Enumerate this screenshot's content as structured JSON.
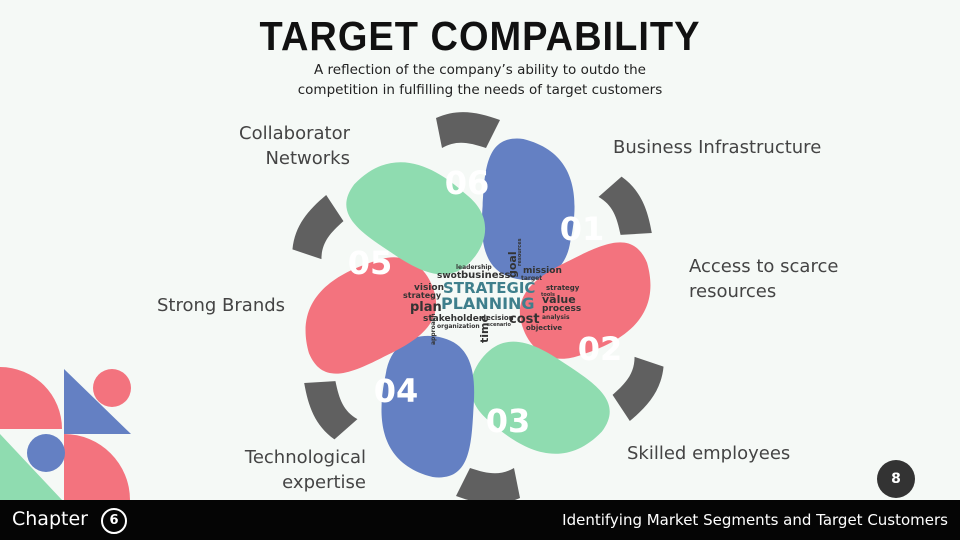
{
  "header": {
    "title": "TARGET COMPABILITY",
    "subtitle_line1": "A reflection of the company’s ability to outdo the",
    "subtitle_line2": "competition in fulfilling the needs of target customers"
  },
  "cycle": {
    "items": [
      {
        "number": "01",
        "label": "Business Infrastructure",
        "color": "#6480c3"
      },
      {
        "number": "02",
        "label_line1": "Access to scarce",
        "label_line2": "resources",
        "color": "#f3737e"
      },
      {
        "number": "03",
        "label": "Skilled employees",
        "color": "#8fdcb0"
      },
      {
        "number": "04",
        "label_line1": "Technological",
        "label_line2": "expertise",
        "color": "#6480c3"
      },
      {
        "number": "05",
        "label": "Strong Brands",
        "color": "#f3737e"
      },
      {
        "number": "06",
        "label_line1": "Collaborator",
        "label_line2": "Networks",
        "color": "#8fdcb0"
      }
    ],
    "shadow_color": "#606060"
  },
  "word_cloud": {
    "words": [
      "leadership",
      "goal",
      "resources",
      "swot",
      "business",
      "mission",
      "target",
      "vision",
      "STRATEGIC",
      "strategy",
      "tools",
      "strategy",
      "value",
      "plan",
      "PLANNING",
      "process",
      "stakeholder",
      "decision",
      "cost",
      "analysis",
      "organization",
      "scenario",
      "objective",
      "approach",
      "time"
    ]
  },
  "page_number": "8",
  "footer": {
    "chapter_label": "Chapter",
    "chapter_number": "6",
    "title": "Identifying Market Segments and Target Customers"
  },
  "colors": {
    "green": "#8fdcb0",
    "blue": "#6480c3",
    "pink": "#f3737e",
    "dark": "#333333"
  }
}
